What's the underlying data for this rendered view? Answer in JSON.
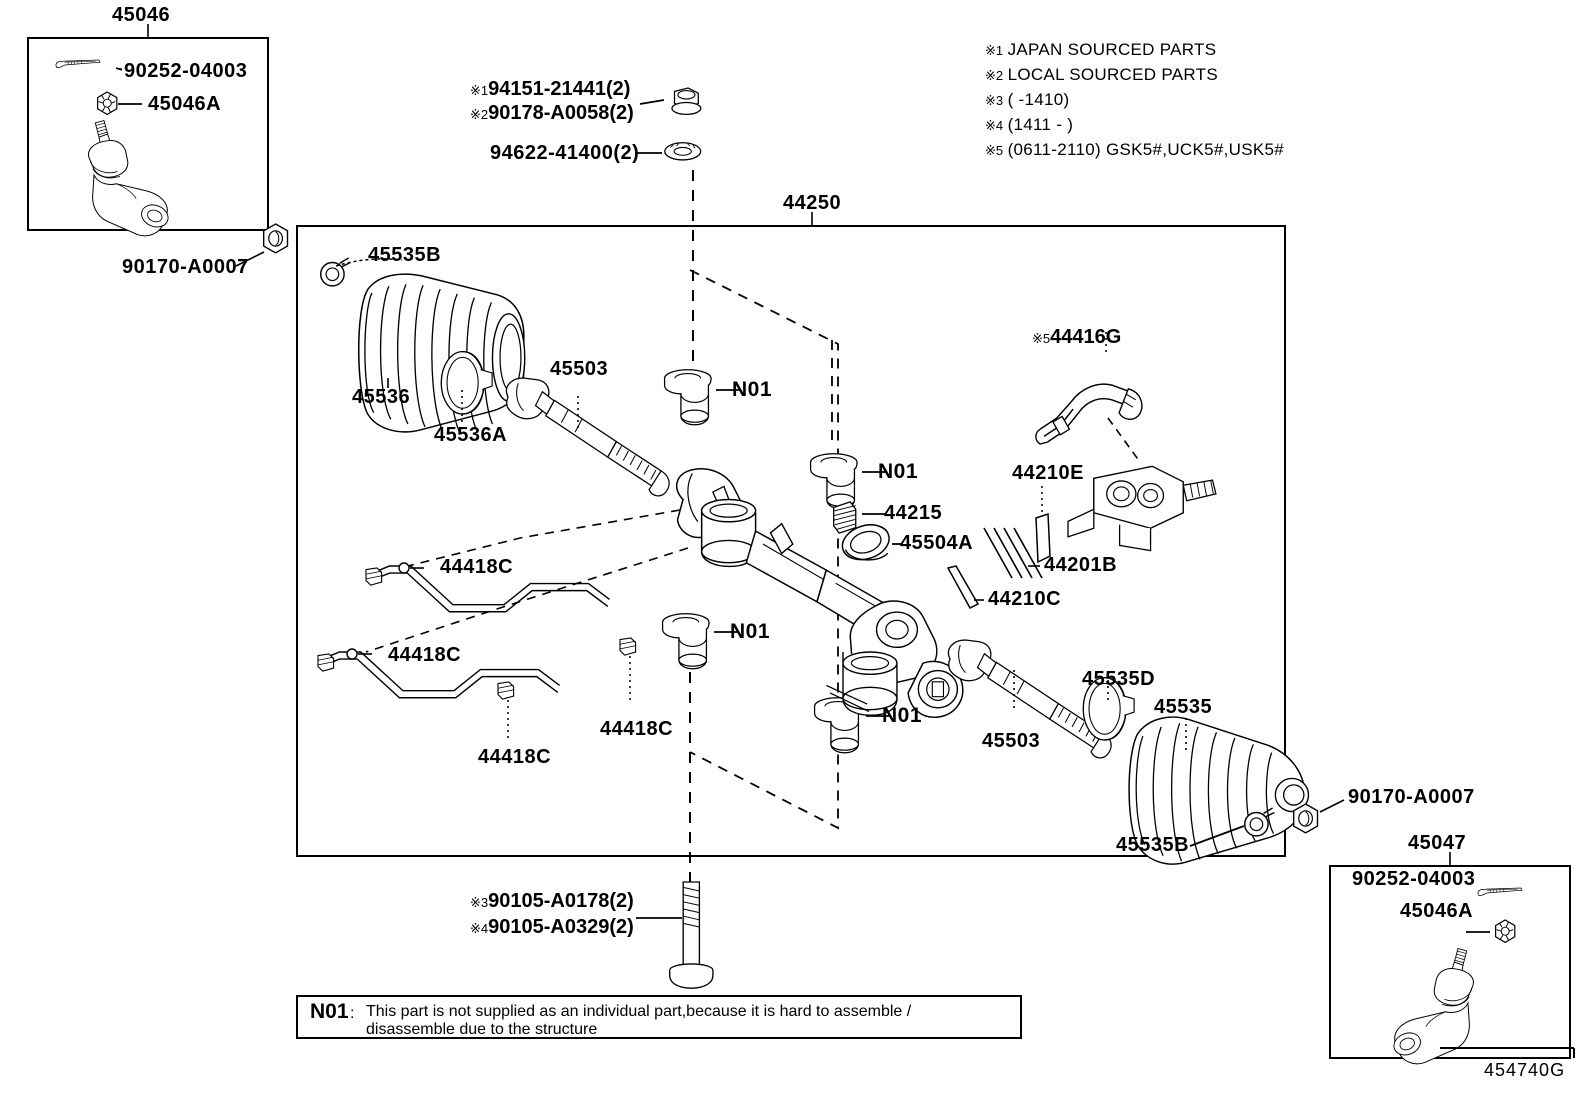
{
  "diagram": {
    "code": "454740G",
    "title_part": "44250",
    "legend": [
      {
        "mark": "※1",
        "text": "JAPAN SOURCED PARTS"
      },
      {
        "mark": "※2",
        "text": "LOCAL SOURCED PARTS"
      },
      {
        "mark": "※3",
        "text": "(      -1410)"
      },
      {
        "mark": "※4",
        "text": "(1411 -      )"
      },
      {
        "mark": "※5",
        "text": "(0611-2110)   GSK5#,UCK5#,USK5#"
      }
    ],
    "footnote": {
      "key": "N01",
      "sep": ":",
      "line1": "This part is not supplied as an individual part,because it is hard to assemble /",
      "line2": "disassemble due to the structure"
    }
  },
  "inset_top_left": {
    "title": "45046",
    "items": [
      {
        "label": "90252-04003"
      },
      {
        "label": "45046A"
      }
    ],
    "outside_label": "90170-A0007"
  },
  "inset_bottom_right": {
    "title": "45047",
    "items": [
      {
        "label": "90252-04003"
      },
      {
        "label": "45046A"
      }
    ],
    "outside_label": "90170-A0007"
  },
  "top_callouts": [
    {
      "mark": "※1",
      "label": "94151-21441(2)"
    },
    {
      "mark": "※2",
      "label": "90178-A0058(2)"
    },
    {
      "mark": "",
      "label": "94622-41400(2)"
    }
  ],
  "bottom_callouts": [
    {
      "mark": "※3",
      "label": "90105-A0178(2)"
    },
    {
      "mark": "※4",
      "label": "90105-A0329(2)"
    }
  ],
  "parts": {
    "boot_clamp_left_small": "45535B",
    "boot_left": "45536",
    "boot_clamp_left_big": "45536A",
    "tie_rod_left": "45503",
    "bushing_note": "N01",
    "plug": "44215",
    "seal": "45504A",
    "tube_a": "44418C",
    "tube_b": "44418C",
    "tube_c": "44418C",
    "tube_d": "44418C",
    "hose": "44416G",
    "hose_mark": "※5",
    "valve_clip": "44210E",
    "spring": "44201B",
    "pin": "44210C",
    "tie_rod_right": "45503",
    "boot_clamp_right_big": "45535D",
    "boot_right": "45535",
    "boot_clamp_right_small": "45535B",
    "gear_assembly": "44250"
  }
}
